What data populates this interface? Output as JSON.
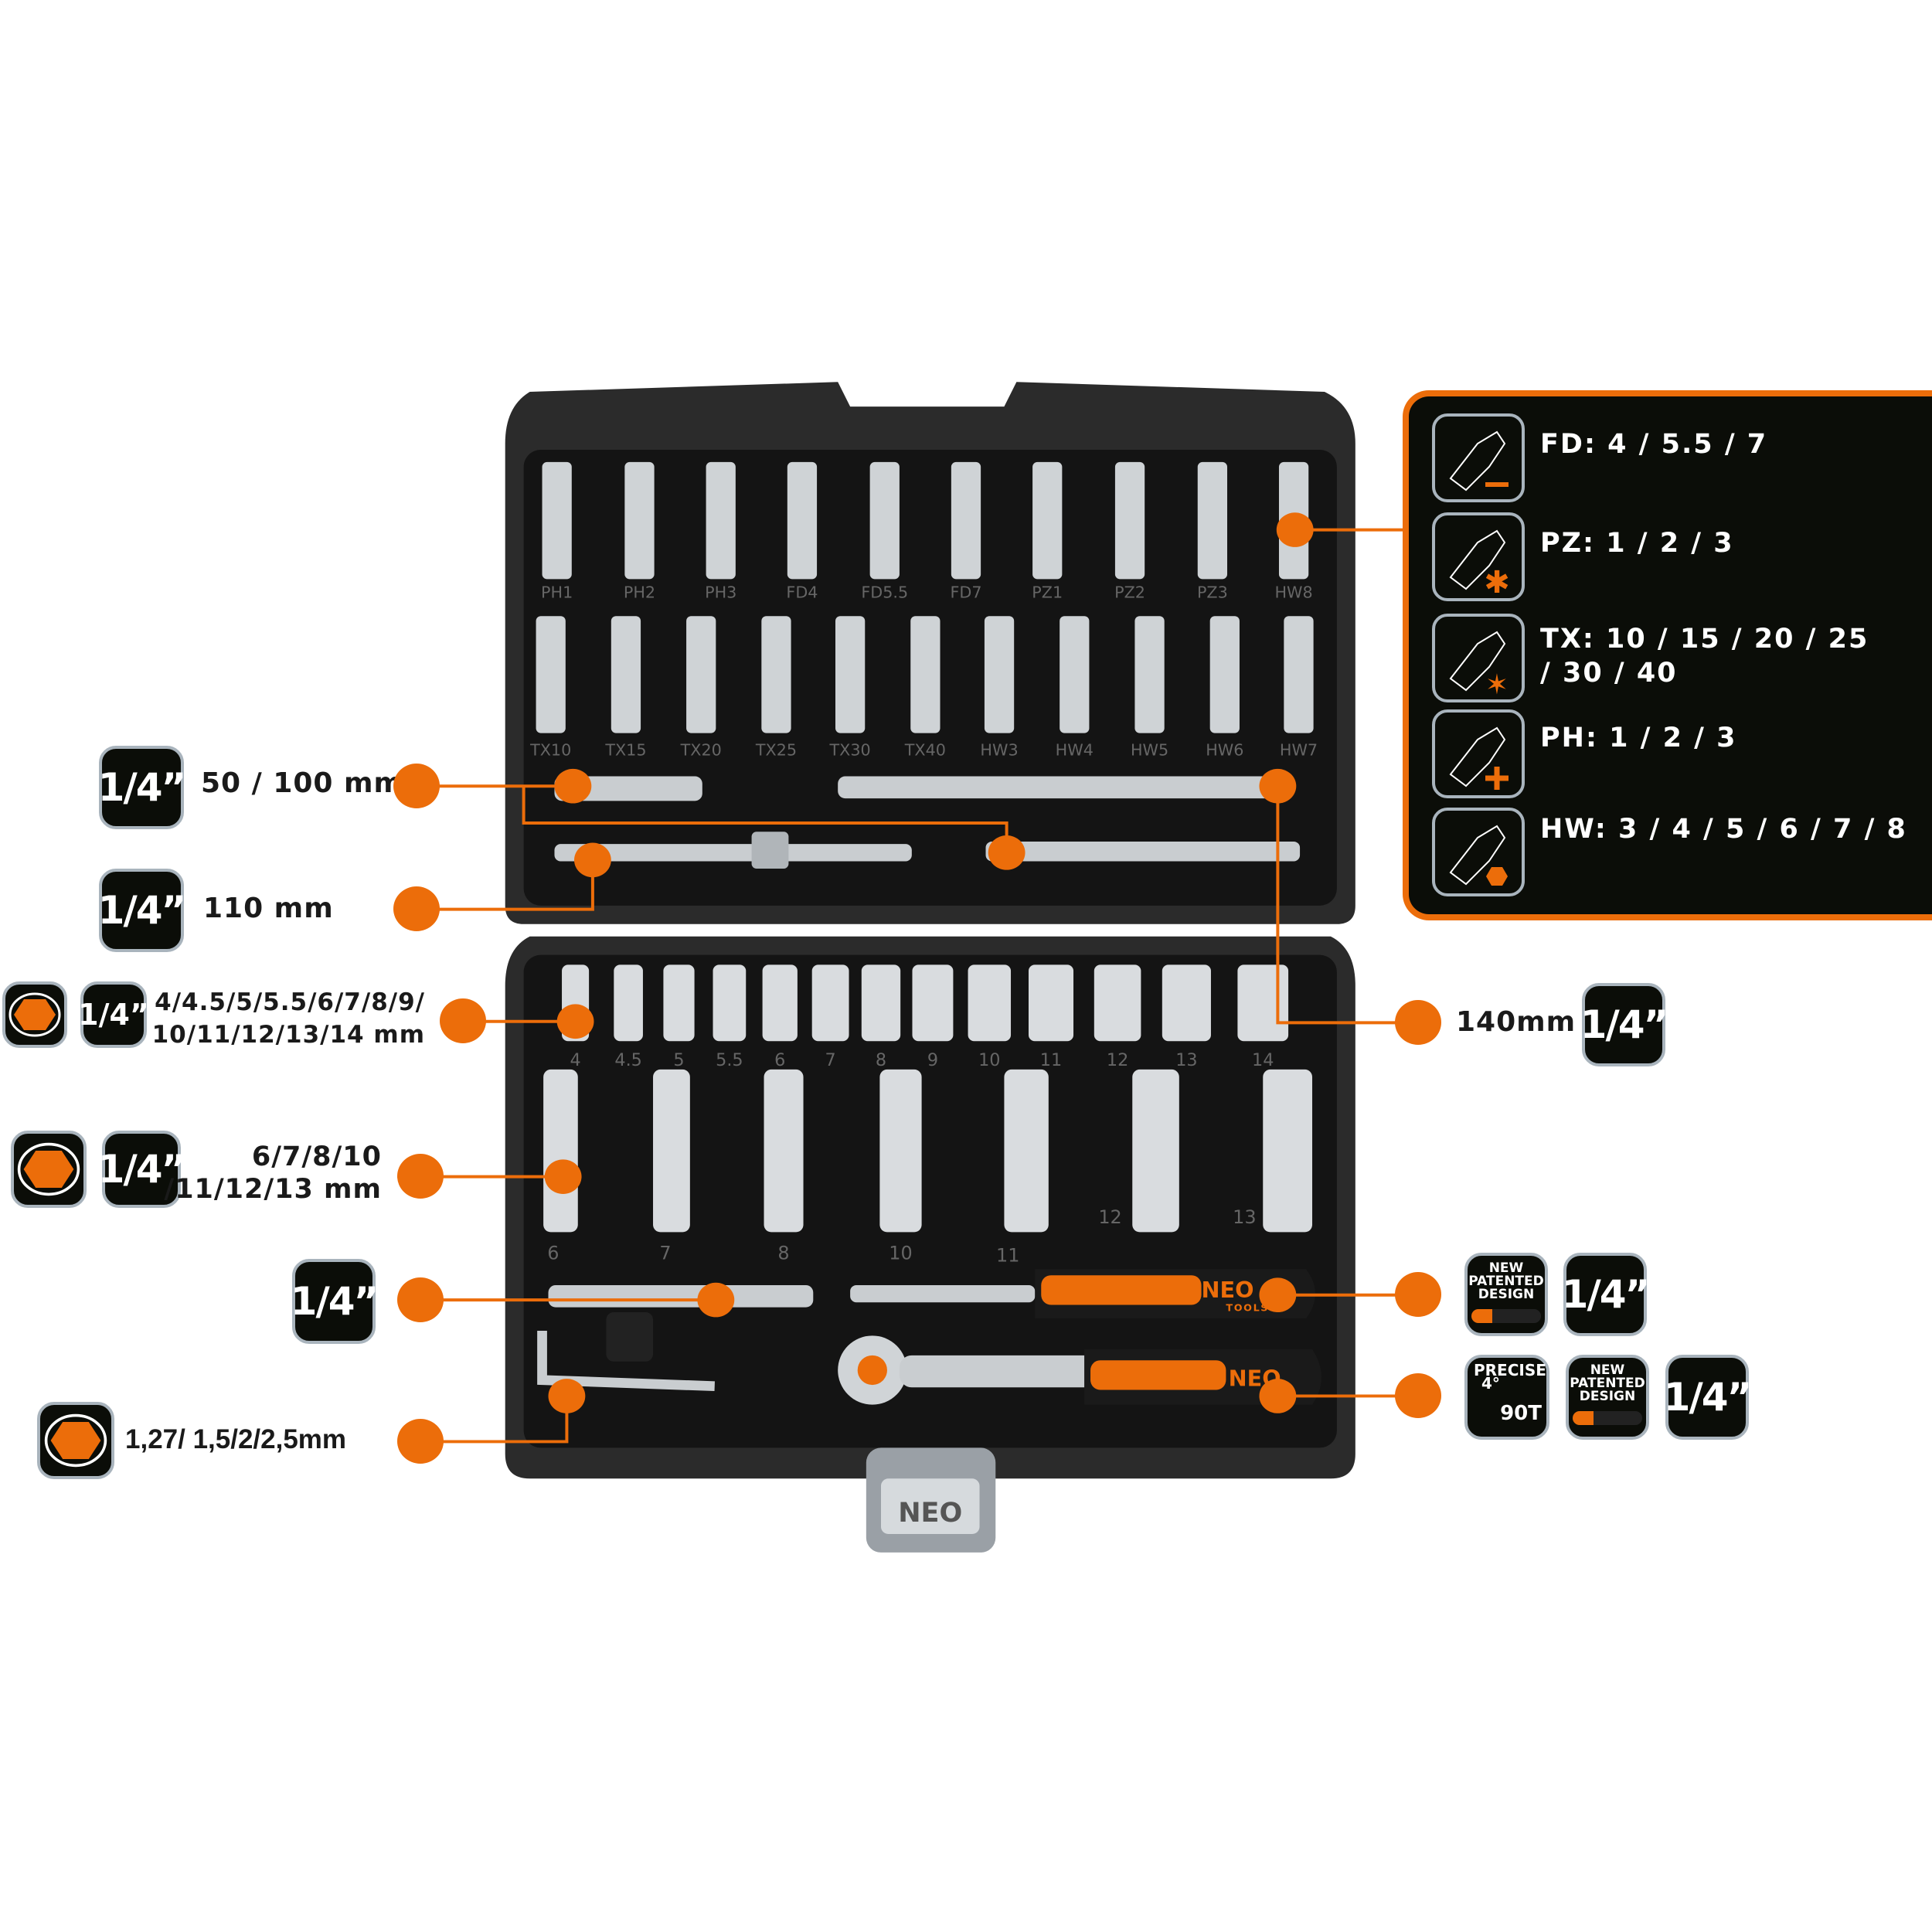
{
  "colors": {
    "accent": "#ec6d0a",
    "badge_bg": "#0b0d08",
    "badge_border": "#a9b4bd",
    "case": "#2b2b2b"
  },
  "bit_panel": {
    "items": [
      {
        "icon": "flat-bit-icon",
        "text": "FD: 4 / 5.5 / 7"
      },
      {
        "icon": "pozidriv-bit-icon",
        "text": "PZ: 1 / 2 / 3"
      },
      {
        "icon": "torx-bit-icon",
        "text": "TX: 10 / 15 / 20 / 25",
        "text2": "/ 30 / 40"
      },
      {
        "icon": "phillips-bit-icon",
        "text": "PH: 1 / 2 / 3"
      },
      {
        "icon": "hex-bit-icon",
        "text": "HW: 3 / 4 / 5 / 6 / 7 / 8"
      }
    ]
  },
  "left_callouts": {
    "extensions": {
      "badge": "1/4”",
      "text": "50 / 100 mm"
    },
    "tbar": {
      "badge": "1/4”",
      "text": "110 mm"
    },
    "sockets": {
      "badge": "1/4”",
      "line1": "4/4.5/5/5.5/6/7/8/9/",
      "line2": "10/11/12/13/14 mm"
    },
    "deep_sockets": {
      "badge": "1/4”",
      "line1": "6/7/8/10",
      "line2": "/11/12/13 mm"
    },
    "adapter": {
      "badge": "1/4”"
    },
    "hex_keys": {
      "text": "1,27/ 1,5/2/2,5mm"
    }
  },
  "right_callouts": {
    "extension_bar": {
      "text": "140mm",
      "badge": "1/4”"
    },
    "screwdriver": {
      "patent": [
        "NEW",
        "PATENTED",
        "DESIGN"
      ],
      "badge": "1/4”"
    },
    "ratchet": {
      "precise": "PRECISE",
      "angle": "4°",
      "teeth": "90T",
      "patent": [
        "NEW",
        "PATENTED",
        "DESIGN"
      ],
      "badge": "1/4”"
    }
  },
  "case_labels": {
    "bits_row1": [
      "PH1",
      "PH2",
      "PH3",
      "FD4",
      "FD5.5",
      "FD7",
      "PZ1",
      "PZ2",
      "PZ3",
      "HW8"
    ],
    "bits_row2": [
      "TX10",
      "TX15",
      "TX20",
      "TX25",
      "TX30",
      "TX40",
      "HW3",
      "HW4",
      "HW5",
      "HW6",
      "HW7"
    ],
    "sockets": [
      "4",
      "4.5",
      "5",
      "5.5",
      "6",
      "7",
      "8",
      "9",
      "10",
      "11",
      "12",
      "13",
      "14"
    ],
    "deep_sockets": [
      "6",
      "7",
      "8",
      "10",
      "11",
      "12",
      "13"
    ],
    "brand": "NEO",
    "brand_sub": "TOOLS"
  }
}
